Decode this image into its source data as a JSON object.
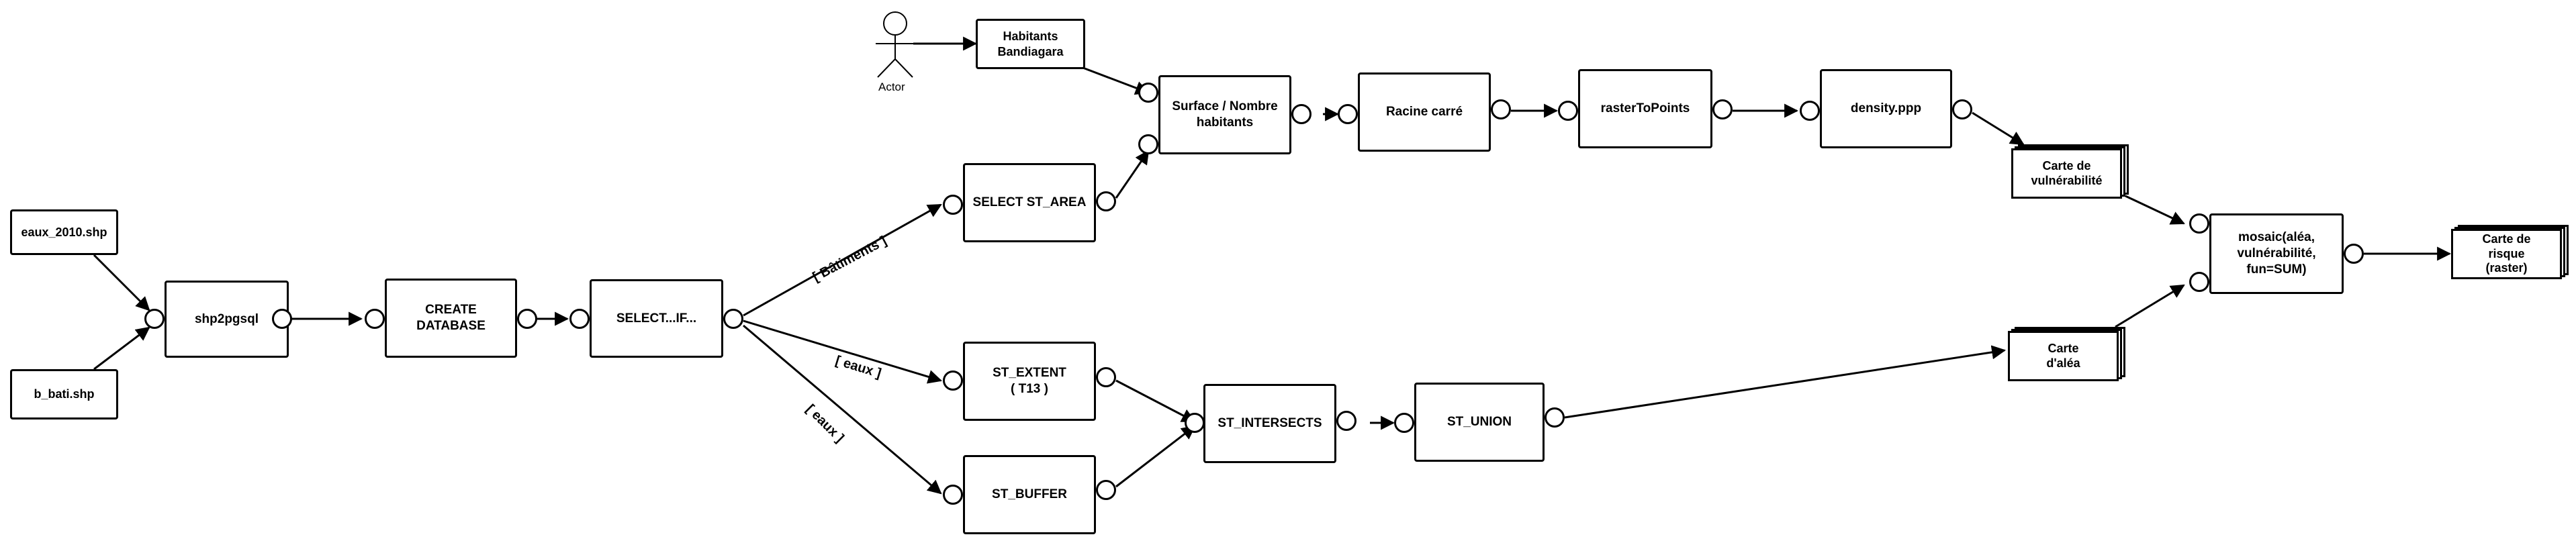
{
  "actor": {
    "label": "Actor"
  },
  "inputs": {
    "eaux": "eaux_2010.shp",
    "bati": "b_bati.shp"
  },
  "steps": {
    "shp2pgsql": "shp2pgsql",
    "create_db": "CREATE\nDATABASE",
    "select_if": "SELECT...IF...",
    "select_area": "SELECT ST_AREA",
    "st_extent": "ST_EXTENT\n( T13 )",
    "st_buffer": "ST_BUFFER",
    "st_intersects": "ST_INTERSECTS",
    "st_union": "ST_UNION",
    "habitants": "Habitants\nBandiagara",
    "surface": "Surface / Nombre\nhabitants",
    "racine": "Racine carré",
    "raster_to_points": "rasterToPoints",
    "density": "density.ppp",
    "mosaic": "mosaic(aléa,\nvulnérabilité,\nfun=SUM)"
  },
  "outputs": {
    "vulnerabilite": "Carte de\nvulnérabilité",
    "alea": "Carte\nd'aléa",
    "risque": "Carte de\nrisque\n(raster)"
  },
  "edge_labels": {
    "batiments": "[ Bâtiments ]",
    "eaux_1": "[ eaux ]",
    "eaux_2": "[ eaux ]"
  }
}
